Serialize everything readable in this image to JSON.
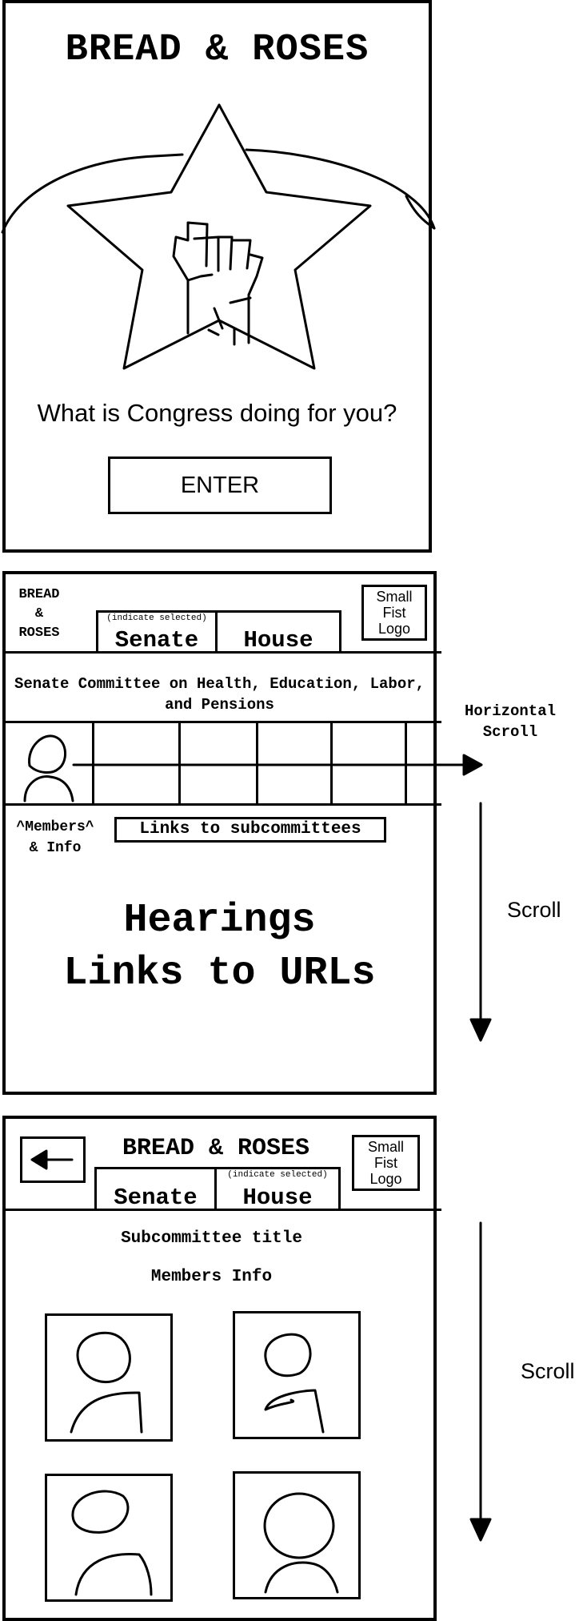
{
  "welcome": {
    "title": "BREAD & ROSES",
    "question": "What is Congress doing for you?",
    "enter_label": "ENTER",
    "emblem_icon": "star-fist-icon"
  },
  "committee_screen": {
    "brand_line1": "BREAD",
    "brand_line2": "&",
    "brand_line3": "ROSES",
    "tabs": [
      {
        "hint": "(indicate selected)",
        "label": "Senate"
      },
      {
        "hint": "",
        "label": "House"
      }
    ],
    "logo_label": "Small\nFist\nLogo",
    "committee_name": "Senate Committee on Health, Education, Labor, and Pensions",
    "members_note": "^Members^\n& Info",
    "subcommittee_link": "Links to subcommittees",
    "hearings_line1": "Hearings",
    "hearings_line2": "Links to URLs",
    "horizontal_scroll_note": "Horizontal\nScroll",
    "scroll_note": "Scroll"
  },
  "subcommittee_screen": {
    "back_icon": "arrow-left-icon",
    "brand": "BREAD & ROSES",
    "tabs": [
      {
        "hint": "",
        "label": "Senate"
      },
      {
        "hint": "(indicate selected)",
        "label": "House"
      }
    ],
    "logo_label": "Small\nFist\nLogo",
    "subcommittee_title": "Subcommittee title",
    "members_info": "Members Info",
    "scroll_note": "Scroll",
    "member_icon": "person-icon"
  }
}
